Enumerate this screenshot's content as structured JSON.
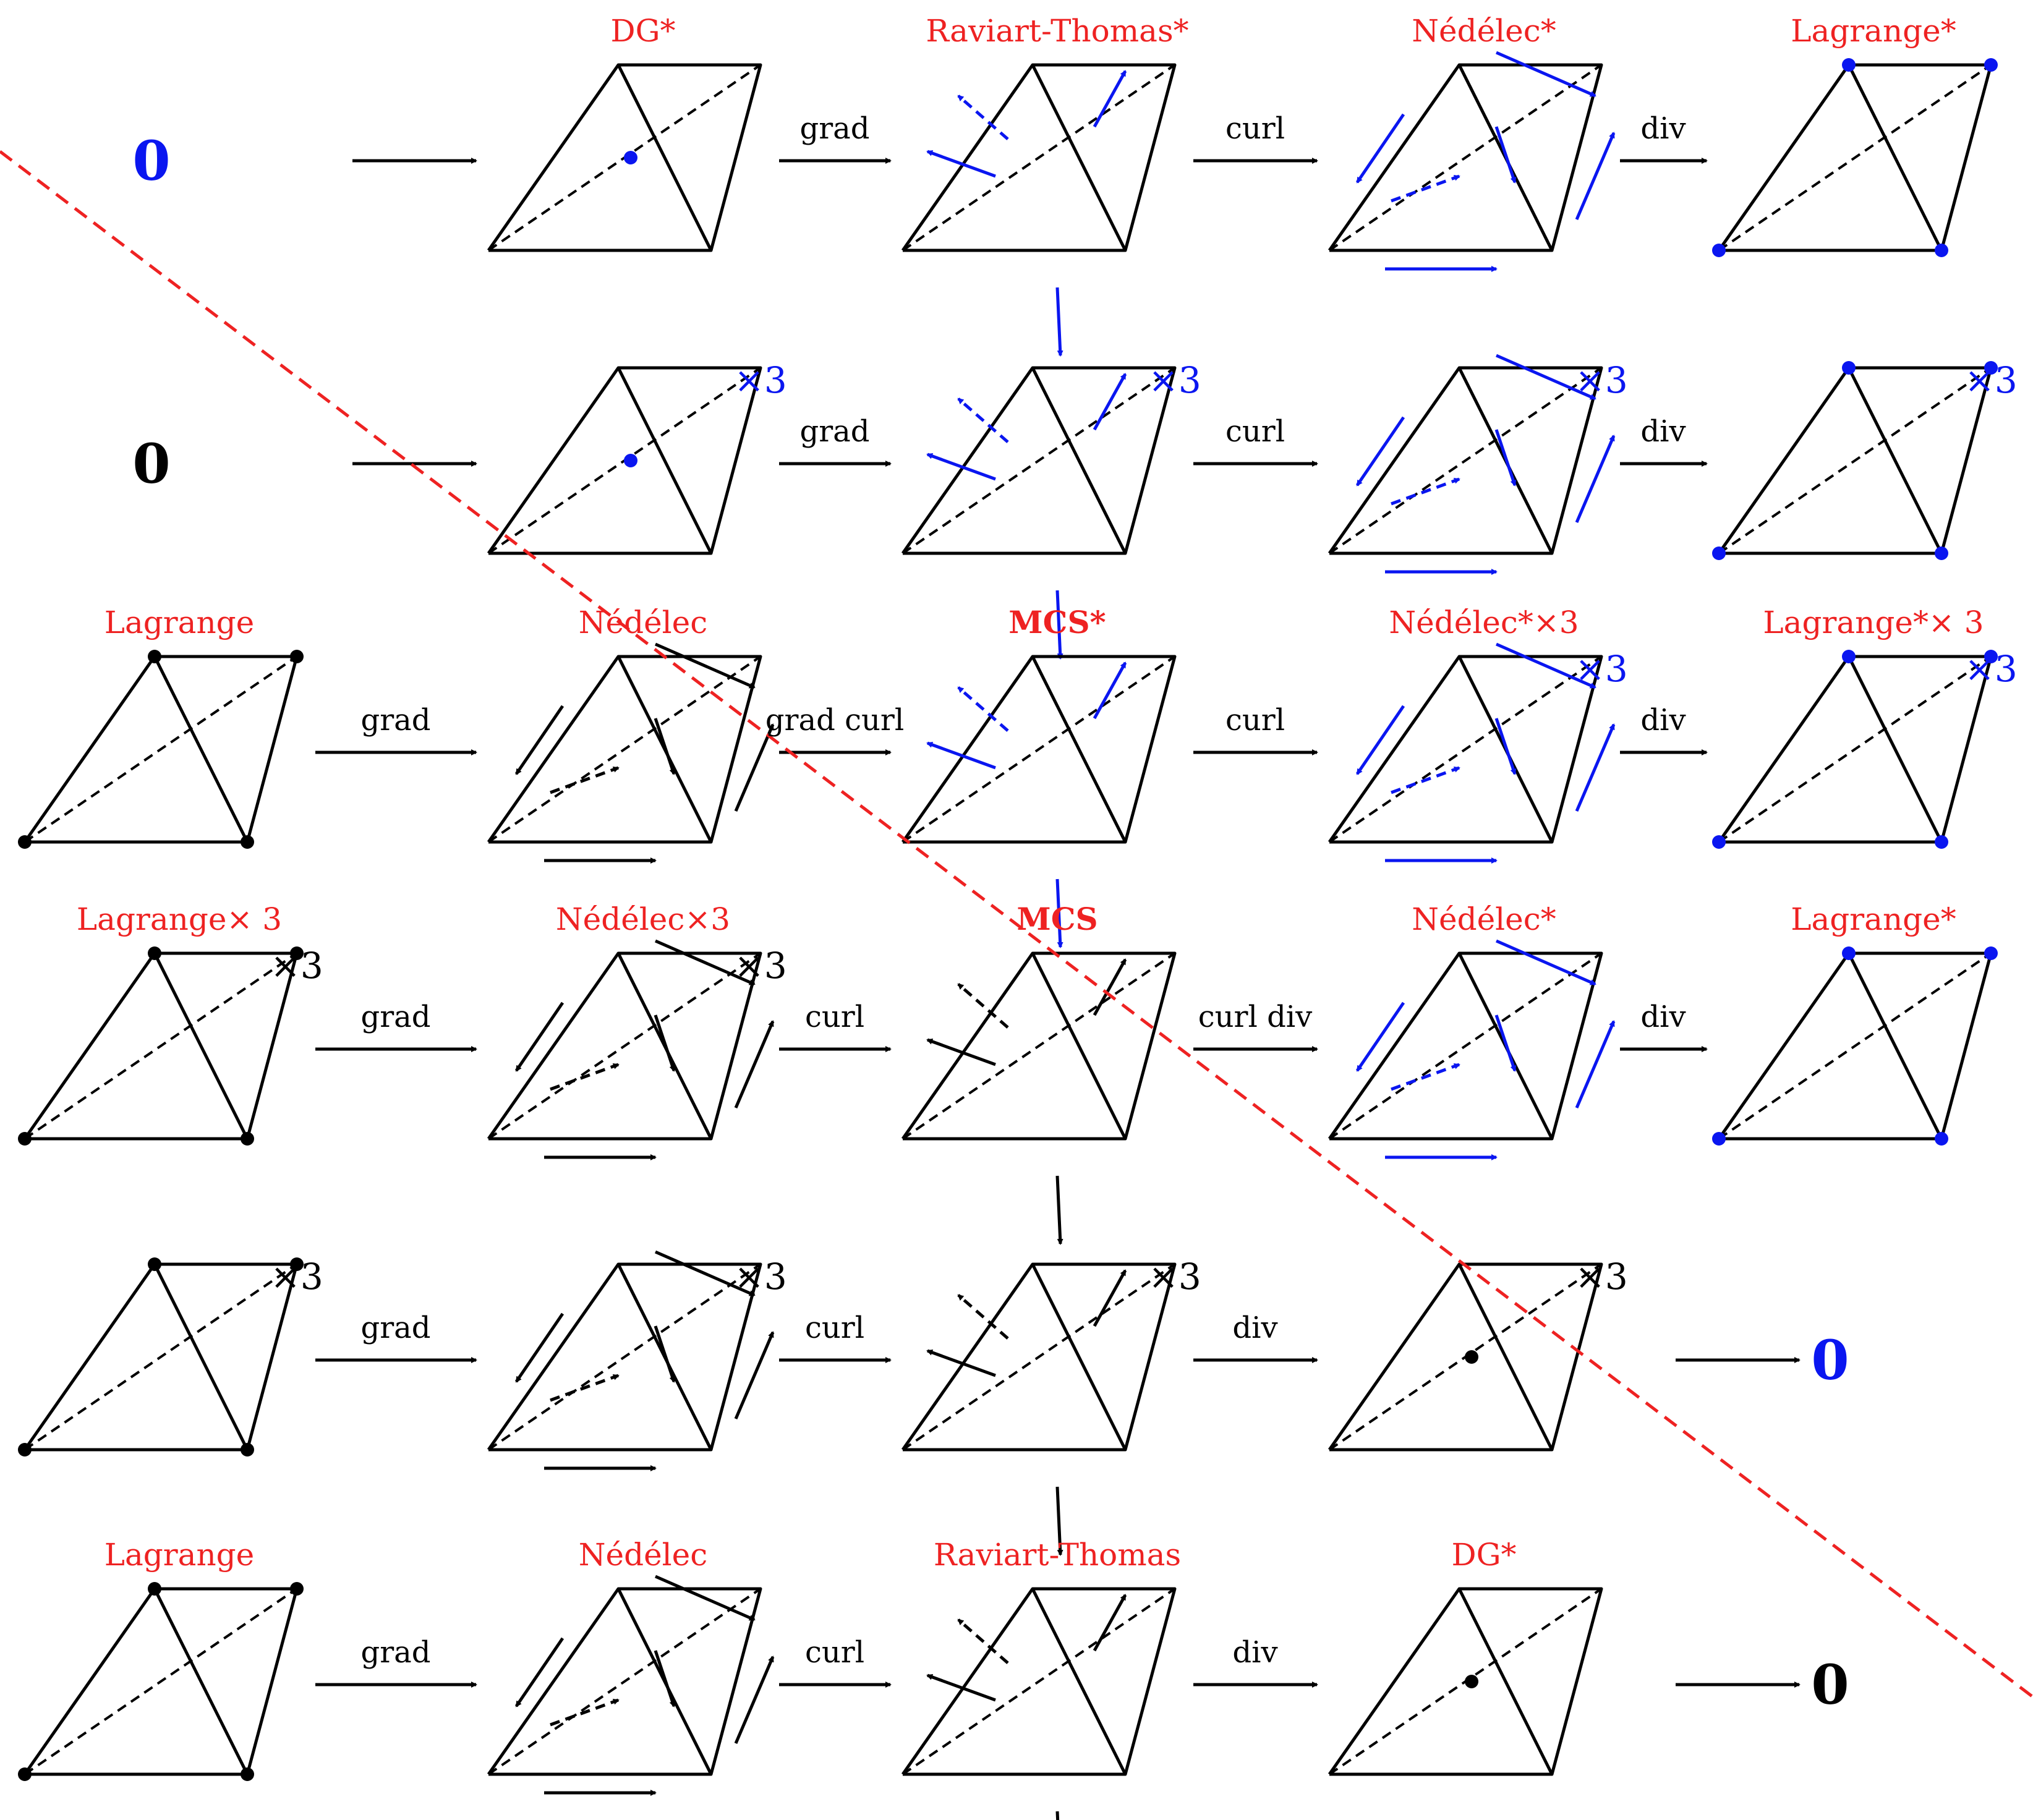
{
  "colors": {
    "black": "#000000",
    "blue": "#0a16f0",
    "red": "#ee2222"
  },
  "element_names": {
    "0": "zero-space",
    "L": "lagrange",
    "N": "nedelec",
    "RT": "raviart-thomas",
    "DG": "dg",
    "MCS": "mcs"
  },
  "rows": [
    {
      "y": 0,
      "zero": {
        "text": "0",
        "color": "blue"
      },
      "items": [
        {
          "x": 0,
          "type": "DG",
          "color": "blue",
          "name": {
            "text": "DG*"
          }
        },
        {
          "x": 1,
          "type": "RT",
          "color": "blue",
          "name": {
            "text": "Raviart-Thomas*"
          }
        },
        {
          "x": 2,
          "type": "N",
          "color": "blue",
          "name": {
            "text": "Nédélec*"
          }
        },
        {
          "x": 3,
          "type": "L",
          "color": "blue",
          "name": {
            "text": "Lagrange*"
          }
        }
      ],
      "ops": [
        "",
        "grad",
        "curl",
        "div"
      ]
    },
    {
      "y": 1,
      "zero": {
        "text": "0",
        "color": "black"
      },
      "items": [
        {
          "x": 0,
          "type": "DG",
          "color": "blue",
          "mult": {
            "text": "×3",
            "color": "blue"
          }
        },
        {
          "x": 1,
          "type": "RT",
          "color": "blue",
          "mult": {
            "text": "×3",
            "color": "blue"
          }
        },
        {
          "x": 2,
          "type": "N",
          "color": "blue",
          "mult": {
            "text": "×3",
            "color": "blue"
          }
        },
        {
          "x": 3,
          "type": "L",
          "color": "blue",
          "mult": {
            "text": "×3",
            "color": "blue"
          }
        }
      ],
      "ops": [
        "",
        "grad",
        "curl",
        "div"
      ]
    },
    {
      "y": 2,
      "items": [
        {
          "x": -1,
          "type": "L",
          "color": "black",
          "name": {
            "text": "Lagrange"
          }
        },
        {
          "x": 0,
          "type": "N",
          "color": "black",
          "name": {
            "text": "Nédélec"
          }
        },
        {
          "x": 1,
          "type": "MCS",
          "color": "blue",
          "name": {
            "text": "MCS*",
            "bold": true
          }
        },
        {
          "x": 2,
          "type": "N",
          "color": "blue",
          "name": {
            "text": "Nédélec*×3"
          },
          "mult": {
            "text": "×3",
            "color": "blue"
          }
        },
        {
          "x": 3,
          "type": "L",
          "color": "blue",
          "name": {
            "text": "Lagrange*× 3"
          },
          "mult": {
            "text": "×3",
            "color": "blue"
          }
        }
      ],
      "ops": [
        "grad",
        "grad curl",
        "curl",
        "div"
      ]
    },
    {
      "y": 3,
      "items": [
        {
          "x": -1,
          "type": "L",
          "color": "black",
          "name": {
            "text": "Lagrange× 3"
          },
          "mult": {
            "text": "×3",
            "color": "black"
          }
        },
        {
          "x": 0,
          "type": "N",
          "color": "black",
          "name": {
            "text": "Nédélec×3"
          },
          "mult": {
            "text": "×3",
            "color": "black"
          }
        },
        {
          "x": 1,
          "type": "MCS",
          "color": "black",
          "name": {
            "text": "MCS",
            "bold": true
          }
        },
        {
          "x": 2,
          "type": "N",
          "color": "blue",
          "name": {
            "text": "Nédélec*"
          }
        },
        {
          "x": 3,
          "type": "L",
          "color": "blue",
          "name": {
            "text": "Lagrange*"
          }
        }
      ],
      "ops": [
        "grad",
        "curl",
        "curl div",
        "div"
      ]
    },
    {
      "y": 4,
      "items": [
        {
          "x": -1,
          "type": "L",
          "color": "black",
          "mult": {
            "text": "×3",
            "color": "black"
          }
        },
        {
          "x": 0,
          "type": "N",
          "color": "black",
          "mult": {
            "text": "×3",
            "color": "black"
          }
        },
        {
          "x": 1,
          "type": "RT",
          "color": "black",
          "mult": {
            "text": "×3",
            "color": "black"
          }
        },
        {
          "x": 2,
          "type": "DG",
          "color": "black",
          "mult": {
            "text": "×3",
            "color": "black"
          }
        }
      ],
      "ops": [
        "grad",
        "curl",
        "div",
        ""
      ],
      "zero_right": {
        "text": "0",
        "color": "blue"
      }
    },
    {
      "y": 5,
      "items": [
        {
          "x": -1,
          "type": "L",
          "color": "black",
          "name": {
            "text": "Lagrange"
          }
        },
        {
          "x": 0,
          "type": "N",
          "color": "black",
          "name": {
            "text": "Nédélec"
          }
        },
        {
          "x": 1,
          "type": "RT",
          "color": "black",
          "name": {
            "text": "Raviart-Thomas"
          }
        },
        {
          "x": 2,
          "type": "DG",
          "color": "black",
          "name": {
            "text": "DG*"
          }
        }
      ],
      "ops": [
        "grad",
        "curl",
        "div",
        ""
      ],
      "zero_right": {
        "text": "0",
        "color": "black"
      }
    }
  ]
}
